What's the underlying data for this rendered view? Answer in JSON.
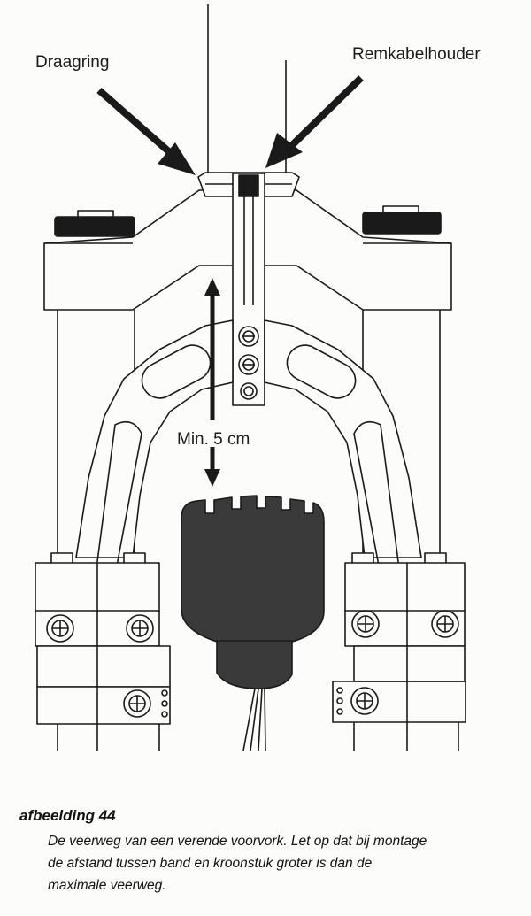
{
  "labels": {
    "left_callout": "Draagring",
    "right_callout": "Remkabelhouder",
    "measurement": "Min. 5 cm"
  },
  "caption": {
    "title": "afbeelding 44",
    "lines": [
      "De veerweg van een verende voorvork. Let op dat bij montage",
      "de afstand tussen band en kroonstuk groter is dan de",
      "maximale veerweg."
    ]
  },
  "colors": {
    "ink": "#1a1a1a",
    "tire": "#3a3a3a",
    "paper": "#fcfcfa"
  }
}
